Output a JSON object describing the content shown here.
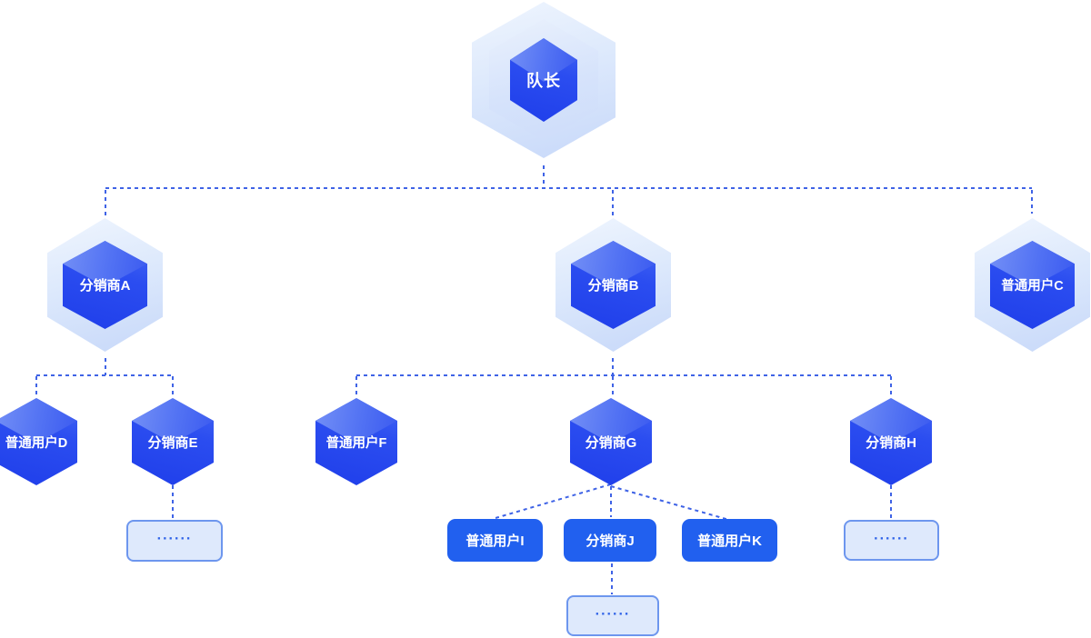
{
  "diagram": {
    "title": "distribution-hierarchy",
    "root": {
      "label": "队长"
    },
    "level2": [
      {
        "id": "A",
        "label": "分销商A"
      },
      {
        "id": "B",
        "label": "分销商B"
      },
      {
        "id": "C",
        "label": "普通用户C"
      }
    ],
    "level3": [
      {
        "id": "D",
        "label": "普通用户D"
      },
      {
        "id": "E",
        "label": "分销商E"
      },
      {
        "id": "F",
        "label": "普通用户F"
      },
      {
        "id": "G",
        "label": "分销商G"
      },
      {
        "id": "H",
        "label": "分销商H"
      }
    ],
    "level4": [
      {
        "id": "I",
        "label": "普通用户I"
      },
      {
        "id": "J",
        "label": "分销商J"
      },
      {
        "id": "K",
        "label": "普通用户K"
      }
    ],
    "ellipsis_boxes": [
      {
        "parent": "E",
        "label": "......"
      },
      {
        "parent": "H",
        "label": "......"
      },
      {
        "parent": "J",
        "label": "......"
      }
    ]
  },
  "colors": {
    "connector": "#3f63e6",
    "rect-blue": "#2160ef",
    "box-fill": "#dee9fc",
    "box-border": "#6d96ee",
    "cube-a": "#4668f3",
    "cube-b": "#1f3eea",
    "facet-a": "#7490f6",
    "facet-b": "#3b5af0",
    "hex-light-a": "#eff5fe",
    "hex-light-b": "#c7d8f9",
    "dots": "#2e62e8"
  }
}
